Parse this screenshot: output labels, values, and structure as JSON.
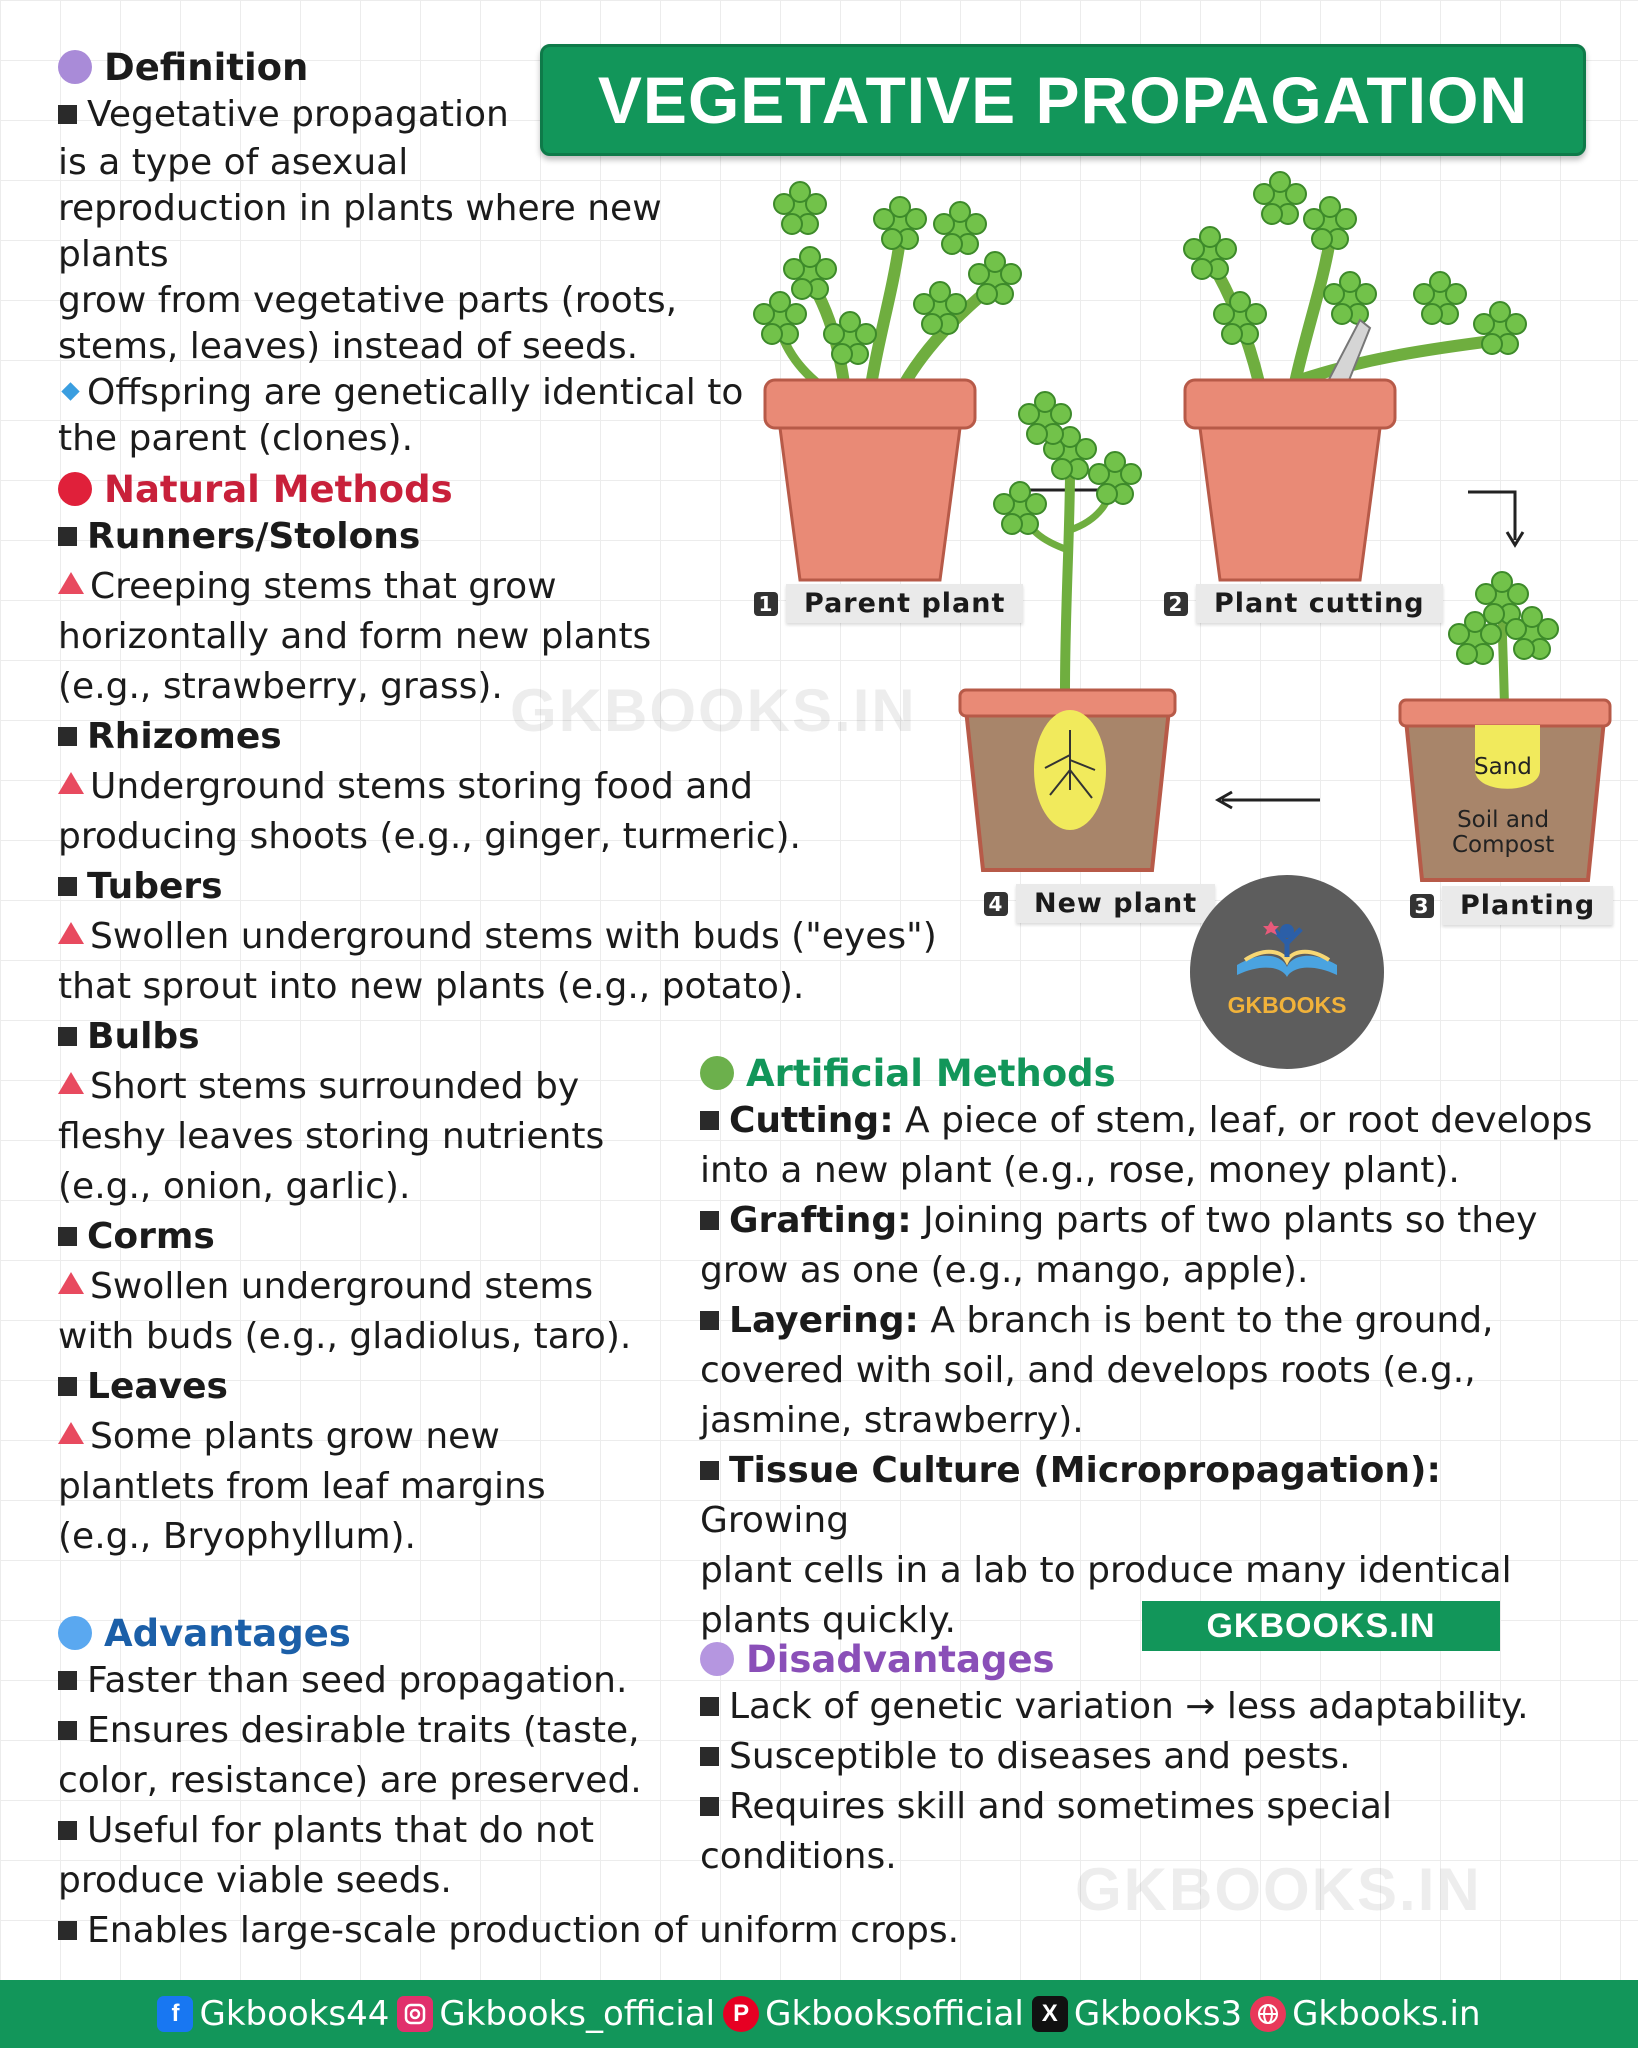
{
  "title": "VEGETATIVE PROPAGATION",
  "watermark": "GKBOOKS.IN",
  "colors": {
    "green": "#12965a",
    "red": "#c8203a",
    "purple": "#8a4fb8",
    "blue": "#1b5fa8",
    "accent_triangle": "#e84a5f"
  },
  "definition": {
    "heading": "Definition",
    "line1": "Vegetative propagation",
    "line2": " is a type of asexual",
    "line3": "reproduction in plants where new plants",
    "line4": "grow from vegetative parts (roots,",
    "line5": "stems, leaves) instead of seeds.",
    "line6": "Offspring are genetically identical to",
    "line7": "the parent (clones)."
  },
  "natural": {
    "heading": "Natural Methods",
    "runners": {
      "title": "Runners/Stolons",
      "l1": "Creeping stems that grow",
      "l2": "horizontally and form new plants",
      "l3": "(e.g., strawberry, grass)."
    },
    "rhizomes": {
      "title": "Rhizomes",
      "l1": "Underground stems storing food and",
      "l2": "producing shoots (e.g., ginger, turmeric)."
    },
    "tubers": {
      "title": "Tubers",
      "l1": "Swollen underground stems with buds (\"eyes\")",
      "l2": "that sprout into new plants (e.g., potato)."
    },
    "bulbs": {
      "title": "Bulbs",
      "l1": "Short stems surrounded by",
      "l2": "fleshy leaves storing nutrients",
      "l3": "(e.g., onion, garlic)."
    },
    "corms": {
      "title": "Corms",
      "l1": "Swollen underground stems",
      "l2": "with buds (e.g., gladiolus, taro)."
    },
    "leaves": {
      "title": "Leaves",
      "l1": "Some plants grow new",
      "l2": "plantlets from leaf margins",
      "l3": "(e.g., Bryophyllum)."
    }
  },
  "diagram": {
    "step1": {
      "num": "1",
      "label": "Parent plant"
    },
    "step2": {
      "num": "2",
      "label": "Plant cutting"
    },
    "step3": {
      "num": "3",
      "label": "Planting"
    },
    "step4": {
      "num": "4",
      "label": "New plant"
    },
    "sand": "Sand",
    "soil1": "Soil and",
    "soil2": "Compost"
  },
  "logo": {
    "text": "GKBOOKS"
  },
  "artificial": {
    "heading": "Artificial Methods",
    "cutting": {
      "term": "Cutting:",
      "l1": " A piece of stem, leaf, or root develops",
      "l2": "into a new plant (e.g., rose, money plant)."
    },
    "grafting": {
      "term": "Grafting:",
      "l1": "  Joining parts of two plants so they",
      "l2": "grow as one (e.g., mango, apple)."
    },
    "layering": {
      "term": "Layering:",
      "l1": " A branch is bent to the ground,",
      "l2": "covered with soil, and develops roots (e.g.,",
      "l3": "jasmine, strawberry)."
    },
    "tissue": {
      "term": "Tissue Culture (Micropropagation):",
      "l1": " Growing",
      "l2": "plant cells in a lab to produce many identical",
      "l3": "plants quickly."
    }
  },
  "site_badge": "GKBOOKS.IN",
  "advantages": {
    "heading": "Advantages",
    "i1": "Faster than seed propagation.",
    "i2a": "Ensures desirable traits (taste,",
    "i2b": "color, resistance) are preserved.",
    "i3a": "Useful for plants that do not",
    "i3b": "produce viable seeds.",
    "i4": "Enables large-scale production of uniform crops."
  },
  "disadvantages": {
    "heading": "Disadvantages",
    "i1": "Lack of genetic variation → less adaptability.",
    "i2": "Susceptible to diseases and pests.",
    "i3a": "Requires skill and sometimes special",
    "i3b": "conditions."
  },
  "footer": {
    "facebook": "Gkbooks44",
    "instagram": "Gkbooks_official",
    "pinterest": "Gkbooksofficial",
    "x": "Gkbooks3",
    "web": "Gkbooks.in",
    "facebook_glyph": "f",
    "pinterest_glyph": "P",
    "x_glyph": "X"
  }
}
